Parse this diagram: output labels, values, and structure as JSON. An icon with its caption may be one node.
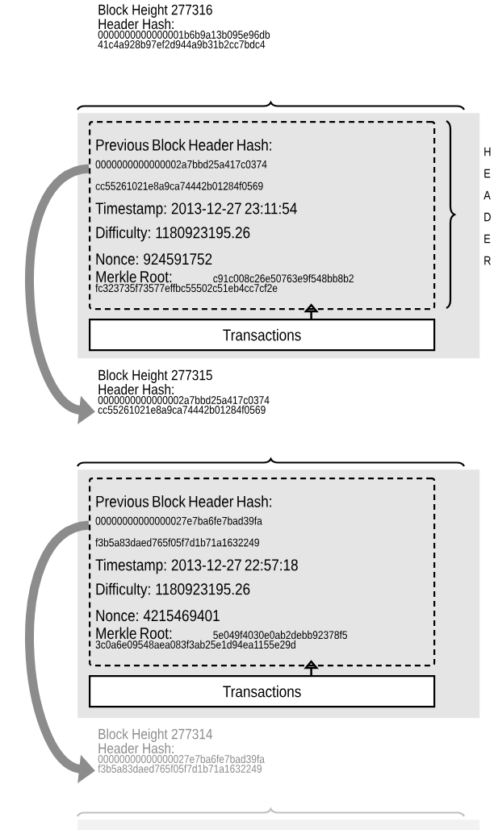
{
  "diagram": {
    "nodes": [
      {
        "text": [
          "Block Height 277316",
          "Header Hash:",
          "0000000000000001b6b9a13b095e96db",
          "41c4a928b97ef2d944a9b31b2cc7bdc4"
        ]
      },
      {
        "text": [],
        "shape": "box"
      },
      {
        "text": [
          "Previous Block Header Hash:",
          "0000000000000002a7bbd25a417c0374",
          "cc55261021e8a9ca74442b01284f0569",
          "Timestamp: 2013-12-27 23:11:54",
          "Difficulty: 1180923195.26",
          "Nonce: 924591752",
          "Merkle Root:",
          "c91c008c26e50763e9f548bb8b2",
          "fc323735f73577effbc55502c51eb4cc7cf2e"
        ],
        "in": 1
      },
      {
        "text": [
          "Transactions"
        ],
        "in": 1
      },
      {
        "text": [
          "Block Height 277315",
          "Header Hash:",
          "0000000000000002a7bbd25a417c0374",
          "cc55261021e8a9ca74442b01284f0569"
        ]
      },
      {
        "text": [],
        "shape": "box"
      },
      {
        "text": [
          "Previous Block Header Hash:",
          "00000000000000027e7ba6fe7bad39fa",
          "f3b5a83daed765f05f7d1b71a1632249",
          "Timestamp: 2013-12-27 22:57:18",
          "Difficulty: 1180923195.26",
          "Nonce: 4215469401",
          "Merkle Root:",
          "5e049f4030e0ab2debb92378f5",
          "3c0a6e09548aea083f3ab25e1d94ea1155e29d"
        ],
        "in": 5
      },
      {
        "text": [
          "Transactions"
        ],
        "in": 5
      },
      {
        "text": [
          "Block Height 277314",
          "Header Hash:",
          "00000000000000027e7ba6fe7bad39fa",
          "f3b5a83daed765f05f7d1b71a1632249"
        ]
      },
      {
        "text": [],
        "shape": "box"
      }
    ],
    "edges": [
      {
        "from": 3,
        "to": 2,
        "arrow": "to"
      },
      {
        "from": 2,
        "to": 4,
        "arrow": "to",
        "style": "thick",
        "color": "#8c8c8c"
      },
      {
        "from": 7,
        "to": 6,
        "arrow": "to"
      },
      {
        "from": 6,
        "to": 8,
        "arrow": "to",
        "style": "thick",
        "color": "#8c8c8c"
      }
    ],
    "labels": [
      "H",
      "E",
      "A",
      "D",
      "E",
      "R"
    ]
  }
}
